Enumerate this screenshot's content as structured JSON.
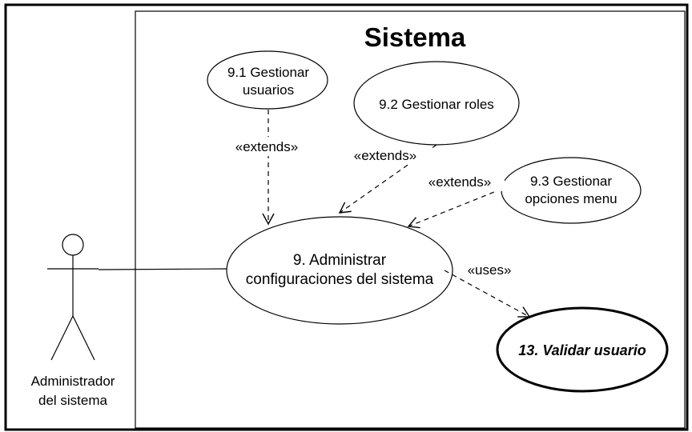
{
  "system": {
    "title": "Sistema"
  },
  "actor": {
    "name_line1": "Administrador",
    "name_line2": "del sistema"
  },
  "use_cases": {
    "uc_9_1": {
      "line1": "9.1 Gestionar",
      "line2": "usuarios"
    },
    "uc_9_2": {
      "line1": "9.2 Gestionar roles"
    },
    "uc_9_3": {
      "line1": "9.3 Gestionar",
      "line2": "opciones menu"
    },
    "uc_9": {
      "line1": "9. Administrar",
      "line2": "configuraciones del sistema"
    },
    "uc_13": {
      "line1": "13. Validar usuario"
    }
  },
  "relations": {
    "extends_1": "«extends»",
    "extends_2": "«extends»",
    "extends_3": "«extends»",
    "uses_1": "«uses»"
  }
}
